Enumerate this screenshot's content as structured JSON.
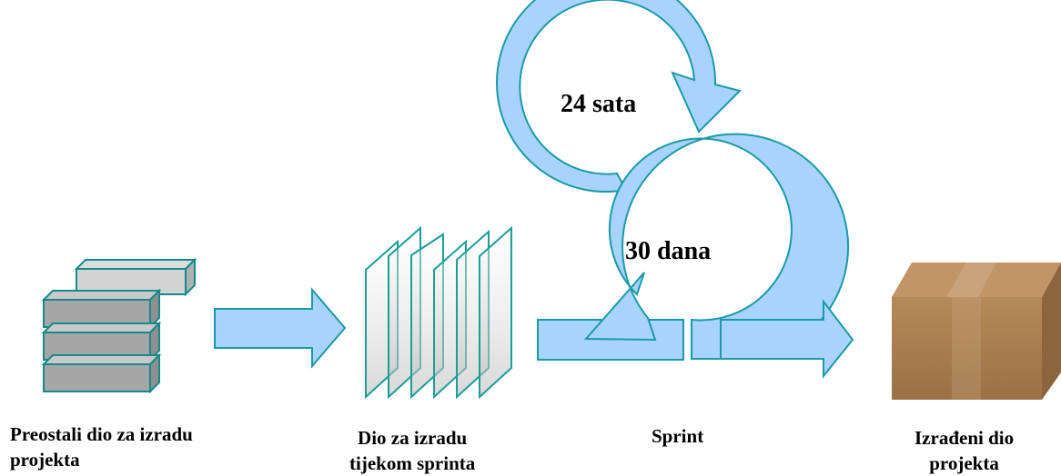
{
  "colors": {
    "arrow_fill": "#a8d4fc",
    "arrow_stroke": "#1a9aa6",
    "block_fill": "#a6a6a6",
    "block_top": "#c9c9c9",
    "block_stroke": "#168a8a",
    "sheet_stroke": "#1c9e96",
    "box_color": "#a87d4e"
  },
  "loops": {
    "daily_label": "24 sata",
    "sprint_label": "30 dana"
  },
  "captions": {
    "backlog": [
      "Preostali dio za izradu",
      "projekta"
    ],
    "sprint_backlog": [
      "Dio za izradu",
      "tijekom sprinta"
    ],
    "sprint": "Sprint",
    "increment": [
      "Izrađeni dio",
      "projekta"
    ]
  }
}
